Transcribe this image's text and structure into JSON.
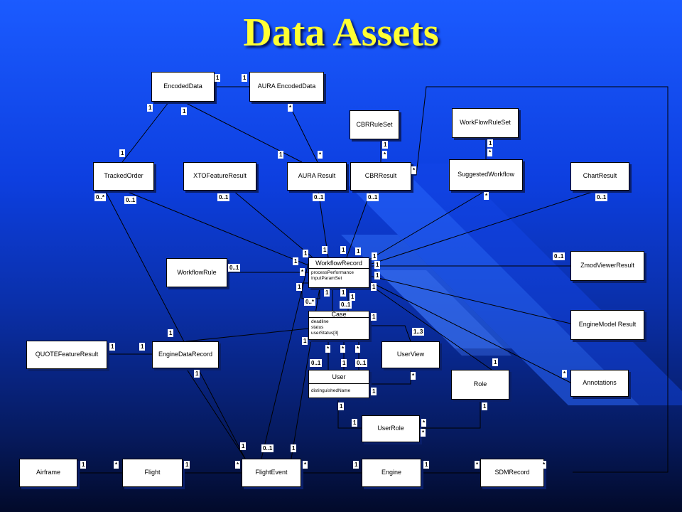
{
  "title": "Data Assets",
  "colors": {
    "title": "#ffff33",
    "background_top": "#1b5bff",
    "background_bottom": "#020a2a"
  },
  "classes": {
    "EncodedData": "EncodedData",
    "AuraEncodedData": "AURA EncodedData",
    "CBRRuleSet": "CBRRuleSet",
    "WorkFlowRuleSet": "WorkFlowRuleSet",
    "TrackedOrder": "TrackedOrder",
    "XTOFeatureResult": "XTOFeatureResult",
    "AuraResult": "AURA Result",
    "CBRResult": "CBRResult",
    "SuggestedWorkflow": "SuggestedWorkflow",
    "ChartResult": "ChartResult",
    "WorkflowRule": "WorkflowRule",
    "ZmodViewerResult": "ZmodViewerResult",
    "EngineModelResult": "EngineModel Result",
    "QuoteFeatureResult": "QUOTEFeatureResult",
    "EngineDataRecord": "EngineDataRecord",
    "UserView": "UserView",
    "Role": "Role",
    "Annotations": "Annotations",
    "UserRole": "UserRole",
    "Airframe": "Airframe",
    "Flight": "Flight",
    "FlightEvent": "FlightEvent",
    "Engine": "Engine",
    "SDMRecord": "SDMRecord"
  },
  "workflow_record": {
    "name": "WorkflowRecord",
    "attributes": [
      "processPerformance",
      "InputParamSet"
    ]
  },
  "case": {
    "name": "Case",
    "attributes": [
      "deadline",
      "status",
      "userStatus[3]"
    ]
  },
  "user": {
    "name": "User",
    "attributes": [
      "distinguishedName"
    ]
  },
  "multiplicities": [
    "1",
    "1",
    "1",
    "1",
    "*",
    "1",
    "*",
    "1",
    "*",
    "1",
    "*",
    "1",
    "*",
    "0..*",
    "0..1",
    "0..1",
    "0..1",
    "0..1",
    "*",
    "0..1",
    "1",
    "1",
    "1",
    "1",
    "1",
    "1",
    "*",
    "1",
    "1",
    "0..1",
    "1",
    "1",
    "1",
    "1",
    "0..1",
    "0..1",
    "1",
    "1",
    "0..*",
    "1",
    "*",
    "*",
    "*",
    "1",
    "1..3",
    "0..1",
    "1",
    "0..1",
    "*",
    "1",
    "1",
    "1",
    "*",
    "1",
    "1",
    "*",
    "*",
    "1",
    "1",
    "1",
    "0..1",
    "1",
    "1",
    "*",
    "*",
    "1",
    "1",
    "*",
    "*",
    "1",
    "1",
    "*"
  ]
}
